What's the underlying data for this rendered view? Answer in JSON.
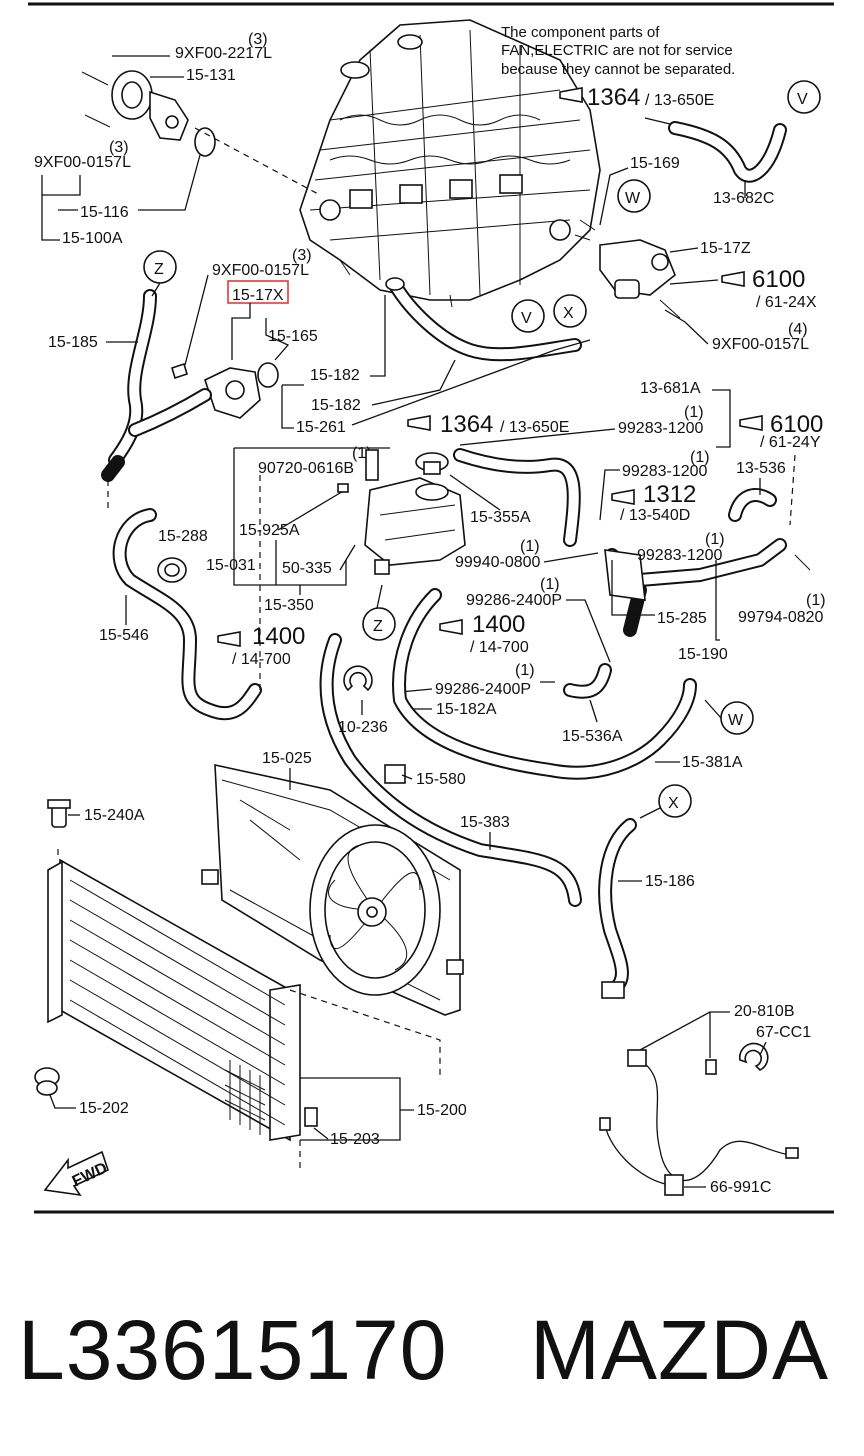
{
  "note": {
    "line1": "The component parts of",
    "line2": "FAN,ELECTRIC are not for service",
    "line3": "because they cannot be separated."
  },
  "callouts": [
    "V",
    "W",
    "X",
    "Z"
  ],
  "refs": {
    "r1364a": "1364",
    "r13650Ea": "/ 13-650E",
    "r1364b": "1364",
    "r13650Eb": "/ 13-650E",
    "r6100a": "6100",
    "r6124X": "/ 61-24X",
    "r6100b": "6100",
    "r6124Y": "/ 61-24Y",
    "r1312": "1312",
    "r13540D": "/ 13-540D",
    "r1400a": "1400",
    "r14700a": "/ 14-700",
    "r1400b": "1400",
    "r14700b": "/ 14-700"
  },
  "labels": {
    "q3a": "(3)",
    "p9XF002217L": "9XF00-2217L",
    "p15131": "15-131",
    "q3b": "(3)",
    "p9XF000157La": "9XF00-0157L",
    "p15116": "15-116",
    "p15100A": "15-100A",
    "q3c": "(3)",
    "p9XF000157Lb": "9XF00-0157L",
    "p1517X": "15-17X",
    "p15165": "15-165",
    "p15185": "15-185",
    "p15182a": "15-182",
    "p15182b": "15-182",
    "p15261": "15-261",
    "p15169": "15-169",
    "p13682C": "13-682C",
    "p1517Z": "15-17Z",
    "q4": "(4)",
    "p9XF000157Lc": "9XF00-0157L",
    "p13681A": "13-681A",
    "q1a": "(1)",
    "p992831200a": "99283-1200",
    "q1b": "(1)",
    "p992831200b": "99283-1200",
    "p13536": "13-536",
    "q1c": "(1)",
    "p907200616B": "90720-0616B",
    "p15355A": "15-355A",
    "p15288": "15-288",
    "p15925A": "15-925A",
    "p15031": "15-031",
    "p50335": "50-335",
    "p15350": "15-350",
    "p15546": "15-546",
    "q1d": "(1)",
    "p999400800": "99940-0800",
    "q1e": "(1)",
    "p992831200c": "99283-1200",
    "q1f": "(1)",
    "p992862400Pa": "99286-2400P",
    "q1g": "(1)",
    "p997940820": "99794-0820",
    "p15285": "15-285",
    "p15190": "15-190",
    "q1h": "(1)",
    "p992862400Pb": "99286-2400P",
    "p15182A": "15-182A",
    "p10236": "10-236",
    "p15536A": "15-536A",
    "p15025": "15-025",
    "p15381A": "15-381A",
    "p15580": "15-580",
    "p15240A": "15-240A",
    "p15383": "15-383",
    "p15186": "15-186",
    "p20810B": "20-810B",
    "p67CC1": "67-CC1",
    "p15202": "15-202",
    "p15200": "15-200",
    "p15203": "15-203",
    "p66991C": "66-991C",
    "fwd": "FWD"
  },
  "caption": {
    "part_number": "L33615170",
    "brand": "MAZDA"
  },
  "colors": {
    "ink": "#111111",
    "highlight": "#e0393e"
  }
}
